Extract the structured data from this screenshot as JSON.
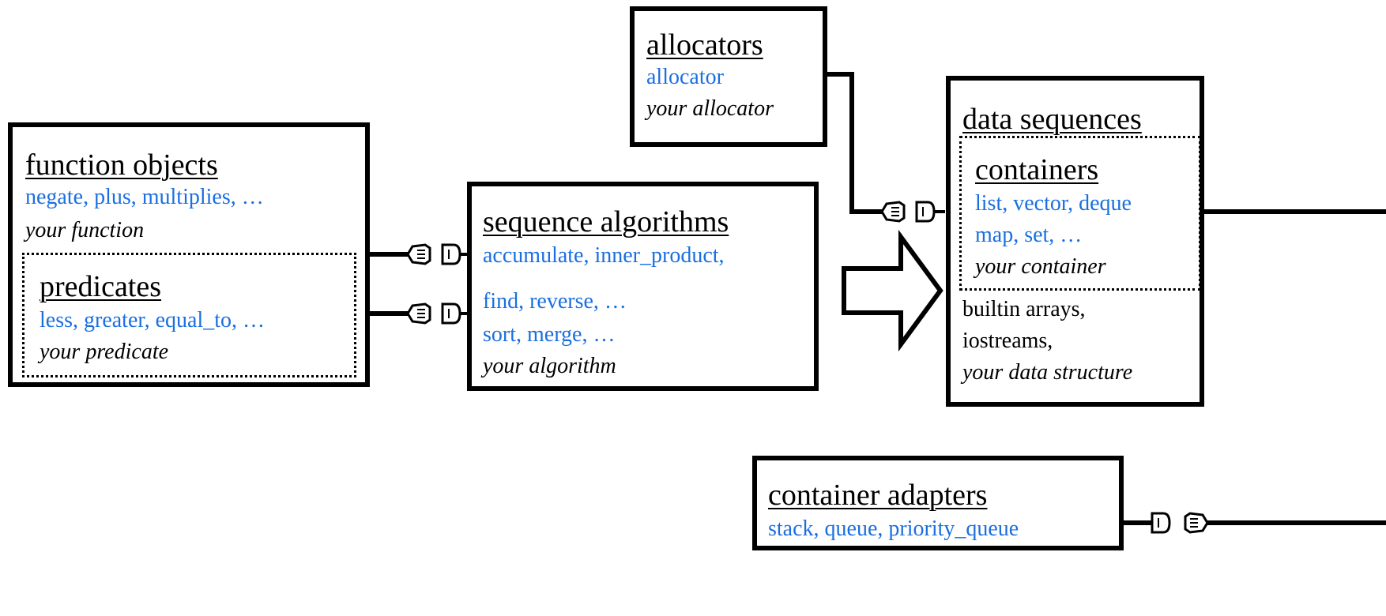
{
  "allocators": {
    "title": "allocators",
    "items": [
      "allocator"
    ],
    "custom": "your allocator"
  },
  "function_objects": {
    "title": "function objects",
    "items": [
      "negate, plus, multiplies, …"
    ],
    "custom": "your function",
    "predicates": {
      "title": "predicates",
      "items": [
        "less, greater, equal_to, …"
      ],
      "custom": "your predicate"
    }
  },
  "sequence_algorithms": {
    "title": "sequence algorithms",
    "items": [
      "accumulate, inner_product,",
      "find, reverse, …",
      "sort, merge, …"
    ],
    "custom": "your algorithm"
  },
  "data_sequences": {
    "title": "data sequences",
    "containers": {
      "title": "containers",
      "items": [
        "list, vector, deque",
        "map, set, …"
      ],
      "custom": "your container"
    },
    "others": [
      "builtin arrays,",
      "iostreams,"
    ],
    "custom": "your data structure"
  },
  "container_adapters": {
    "title": "container adapters",
    "items": [
      "stack, queue, priority_queue"
    ]
  },
  "colors": {
    "line": "#000000",
    "item_blue": "#1a6fe0"
  },
  "icons": [
    "plug-icon",
    "socket-icon",
    "big-right-arrow-icon"
  ]
}
